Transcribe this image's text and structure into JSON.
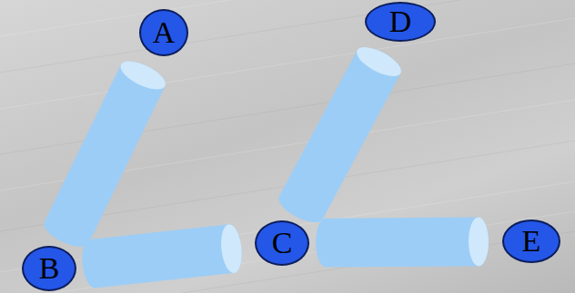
{
  "diagram": {
    "nodes": [
      {
        "text": [
          "A"
        ]
      },
      {
        "text": [
          "D"
        ]
      },
      {
        "text": [
          "B"
        ]
      },
      {
        "text": [
          "C"
        ]
      },
      {
        "text": [
          "E"
        ]
      }
    ],
    "edges": [
      {
        "from": 2,
        "to": 0,
        "arrow": "none"
      },
      {
        "from": 2,
        "to": 3,
        "arrow": "none"
      },
      {
        "from": 3,
        "to": 1,
        "arrow": "none"
      },
      {
        "from": 3,
        "to": 4,
        "arrow": "none"
      }
    ]
  }
}
